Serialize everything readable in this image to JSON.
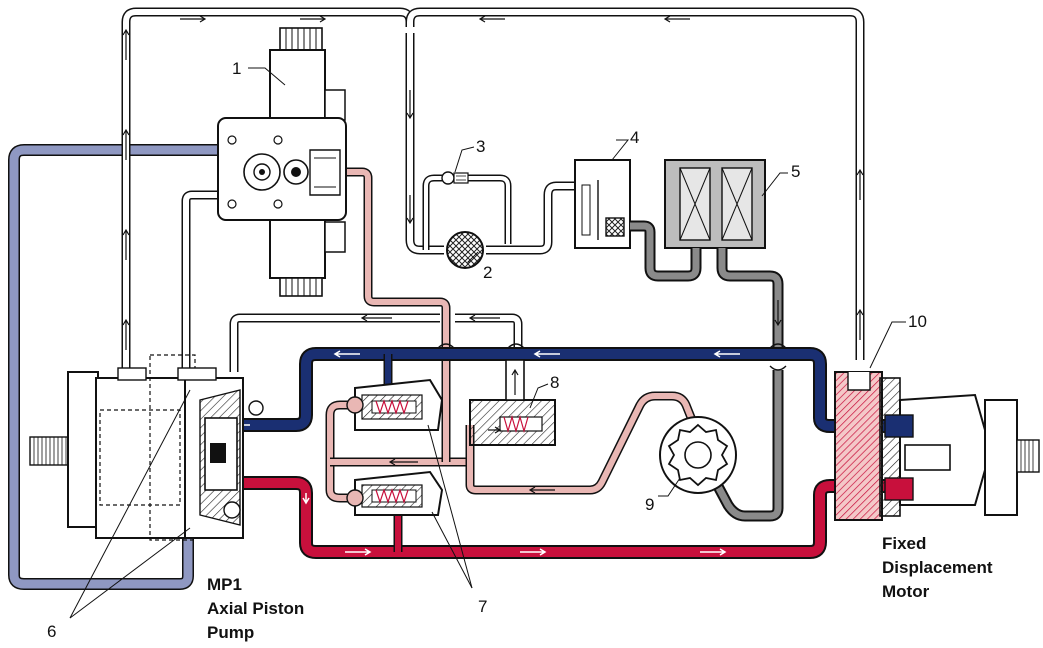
{
  "callouts": {
    "c1": "1",
    "c2": "2",
    "c3": "3",
    "c4": "4",
    "c5": "5",
    "c6": "6",
    "c7": "7",
    "c8": "8",
    "c9": "9",
    "c10": "10"
  },
  "captions": {
    "pump_line1": "MP1",
    "pump_line2": "Axial Piston",
    "pump_line3": "Pump",
    "motor_line1": "Fixed",
    "motor_line2": "Displacement",
    "motor_line3": "Motor"
  },
  "colors": {
    "high_pressure_red": "#c8103c",
    "low_pressure_blue": "#1a2f72",
    "case_drain_lavender": "#8f98c2",
    "charge_pink": "#e9b7b4",
    "suction_gray": "#8a8a8a",
    "outline": "#111111"
  }
}
